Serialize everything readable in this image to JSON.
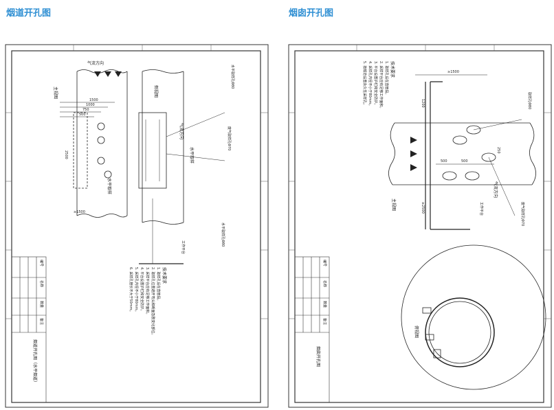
{
  "headings": {
    "flue": "烟道开孔图",
    "chimney": "烟囱开孔图"
  },
  "flue_drawing": {
    "main_view": "主视图",
    "side_view": "侧视图",
    "gas_direction": "气流方向",
    "horizontal_sampling": "水平取样",
    "dims": [
      "1500",
      "1000",
      "750",
      "500",
      "2500",
      "≥1500"
    ],
    "callouts": [
      "水平取样孔Φ80",
      "废气取样孔Φ70",
      "水平取样孔Φ80",
      "工作平台"
    ],
    "notes_header": "技术要求",
    "notes": [
      "1. 取样孔设在直管段。",
      "2. 取样孔位置避开弯头和断面急剧变化部位。",
      "3. 采样平台应有足够工作面积。",
      "4. 平台设置护栏和安全防护。",
      "5. 采样孔内径不小于80mm。",
      "6. 采样孔管长不大于50mm。"
    ],
    "table": [
      "编号",
      "名称",
      "数量",
      "备注"
    ],
    "title_block": "烟道开孔图（水平烟道）"
  },
  "chimney_drawing": {
    "main_view": "主视图",
    "top_view": "俯视图",
    "gas_direction": "气流方向",
    "dims": [
      "≥1500",
      "500",
      "500",
      "250",
      "1200",
      "≥2500"
    ],
    "callouts": [
      "取样孔Φ80",
      "废气取样孔Φ70",
      "工作平台"
    ],
    "notes_header": "技术要求",
    "notes": [
      "1. 取样孔设在直管段。",
      "2. 采样平台应有足够工作面积。",
      "3. 平台设置护栏和安全防护。",
      "4. 采样孔内径不小于80mm。",
      "5. 按规范设置永久性采样孔。"
    ],
    "table": [
      "编号",
      "名称",
      "数量",
      "备注"
    ],
    "title_block": "烟囱开孔图"
  }
}
